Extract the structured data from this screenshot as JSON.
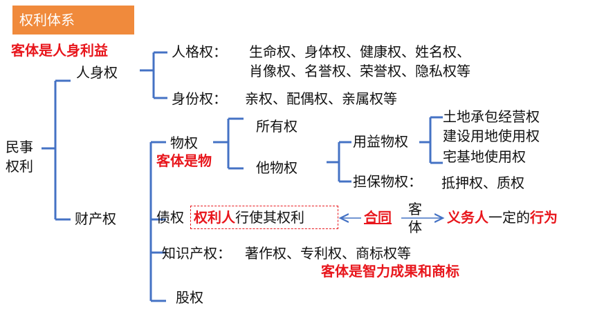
{
  "title": "权利体系",
  "root": [
    "民事",
    "权利"
  ],
  "personal": {
    "note": "客体是人身利益",
    "label": "人身权",
    "personality": {
      "label": "人格权：",
      "line1": "生命权、身体权、健康权、姓名权、",
      "line2": "肖像权、名誉权、荣誉权、隐私权等"
    },
    "identity": {
      "label": "身份权：",
      "items": "亲权、配偶权、亲属权等"
    }
  },
  "property": {
    "label": "财产权",
    "real": {
      "label": "物权",
      "note": "客体是物",
      "ownership": "所有权",
      "limited": {
        "label": "他物权",
        "usufruct": {
          "label": "用益物权",
          "items": [
            "土地承包经营权",
            "建设用地使用权",
            "宅基地使用权"
          ]
        },
        "security": {
          "label": "担保物权：",
          "items": "抵押权、质权"
        }
      }
    },
    "claim": {
      "label": "债权",
      "holder": "权利人",
      "exercise": "行使其权利",
      "contract": "合同",
      "object": [
        "客",
        "体"
      ],
      "obligor": "义务人",
      "certain": "一定的",
      "act": "行为"
    },
    "ip": {
      "label": "知识产权：",
      "items": "著作权、专利权、商标权等",
      "note": "客体是智力成果和商标"
    },
    "equity": "股权"
  },
  "colors": {
    "line": "#4472c4",
    "accent": "#e8161c",
    "title_bg": "#f08a3c"
  }
}
